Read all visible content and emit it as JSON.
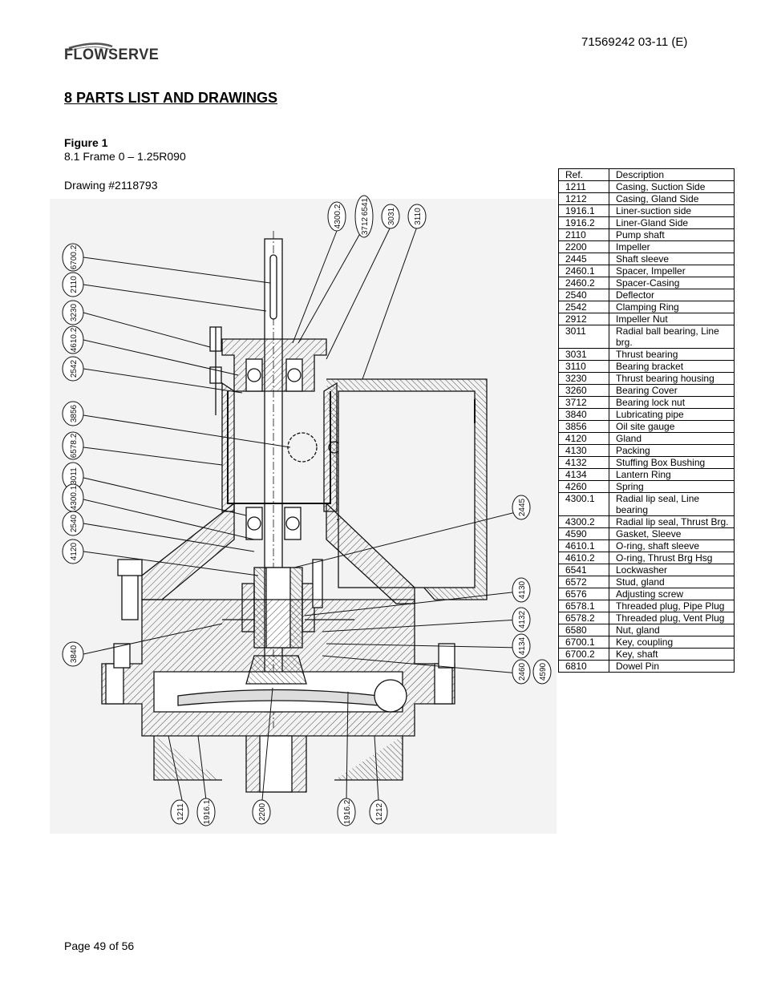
{
  "header": {
    "logo_text": "FLOWSERVE",
    "doc_number": "71569242 03-11 (E)"
  },
  "section": {
    "heading": "8  PARTS LIST AND DRAWINGS"
  },
  "figure": {
    "title": "Figure 1",
    "subtitle": "8.1 Frame 0 – 1.25R090",
    "drawing_number": "Drawing #2118793"
  },
  "drawing_callouts": {
    "top": [
      "4300.2",
      "3712",
      "6541",
      "3031",
      "3110"
    ],
    "left": [
      "6700.2",
      "2110",
      "3230",
      "4610.2",
      "2542",
      "3856",
      "6578.2",
      "3011",
      "4300.1",
      "2540",
      "4120",
      "3840"
    ],
    "right": [
      "2445",
      "4130",
      "4132",
      "4134",
      "2460",
      "4590"
    ],
    "bottom": [
      "1211",
      "1916.1",
      "2200",
      "1916.2",
      "1212"
    ]
  },
  "parts_table": {
    "headers": [
      "Ref.",
      "Description"
    ],
    "rows": [
      [
        "1211",
        "Casing, Suction Side"
      ],
      [
        "1212",
        "Casing, Gland Side"
      ],
      [
        "1916.1",
        "Liner-suction side"
      ],
      [
        "1916.2",
        "Liner-Gland Side"
      ],
      [
        "2110",
        "Pump shaft"
      ],
      [
        "2200",
        "Impeller"
      ],
      [
        "2445",
        "Shaft sleeve"
      ],
      [
        "2460.1",
        "Spacer, Impeller"
      ],
      [
        "2460.2",
        "Spacer-Casing"
      ],
      [
        "2540",
        "Deflector"
      ],
      [
        "2542",
        "Clamping Ring"
      ],
      [
        "2912",
        "Impeller Nut"
      ],
      [
        "3011",
        "Radial ball bearing, Line brg."
      ],
      [
        "3031",
        "Thrust bearing"
      ],
      [
        "3110",
        "Bearing bracket"
      ],
      [
        "3230",
        "Thrust bearing housing"
      ],
      [
        "3260",
        "Bearing Cover"
      ],
      [
        "3712",
        "Bearing lock nut"
      ],
      [
        "3840",
        "Lubricating pipe"
      ],
      [
        "3856",
        "Oil site gauge"
      ],
      [
        "4120",
        "Gland"
      ],
      [
        "4130",
        "Packing"
      ],
      [
        "4132",
        "Stuffing Box Bushing"
      ],
      [
        "4134",
        "Lantern Ring"
      ],
      [
        "4260",
        "Spring"
      ],
      [
        "4300.1",
        "Radial lip seal, Line bearing"
      ],
      [
        "4300.2",
        "Radial lip seal, Thrust Brg."
      ],
      [
        "4590",
        "Gasket, Sleeve"
      ],
      [
        "4610.1",
        "O-ring, shaft sleeve"
      ],
      [
        "4610.2",
        "O-ring, Thrust Brg Hsg"
      ],
      [
        "6541",
        "Lockwasher"
      ],
      [
        "6572",
        "Stud, gland"
      ],
      [
        "6576",
        "Adjusting screw"
      ],
      [
        "6578.1",
        "Threaded plug, Pipe Plug"
      ],
      [
        "6578.2",
        "Threaded plug, Vent Plug"
      ],
      [
        "6580",
        "Nut, gland"
      ],
      [
        "6700.1",
        "Key, coupling"
      ],
      [
        "6700.2",
        "Key, shaft"
      ],
      [
        "6810",
        "Dowel Pin"
      ]
    ]
  },
  "footer": {
    "page": "Page 49 of 56"
  }
}
